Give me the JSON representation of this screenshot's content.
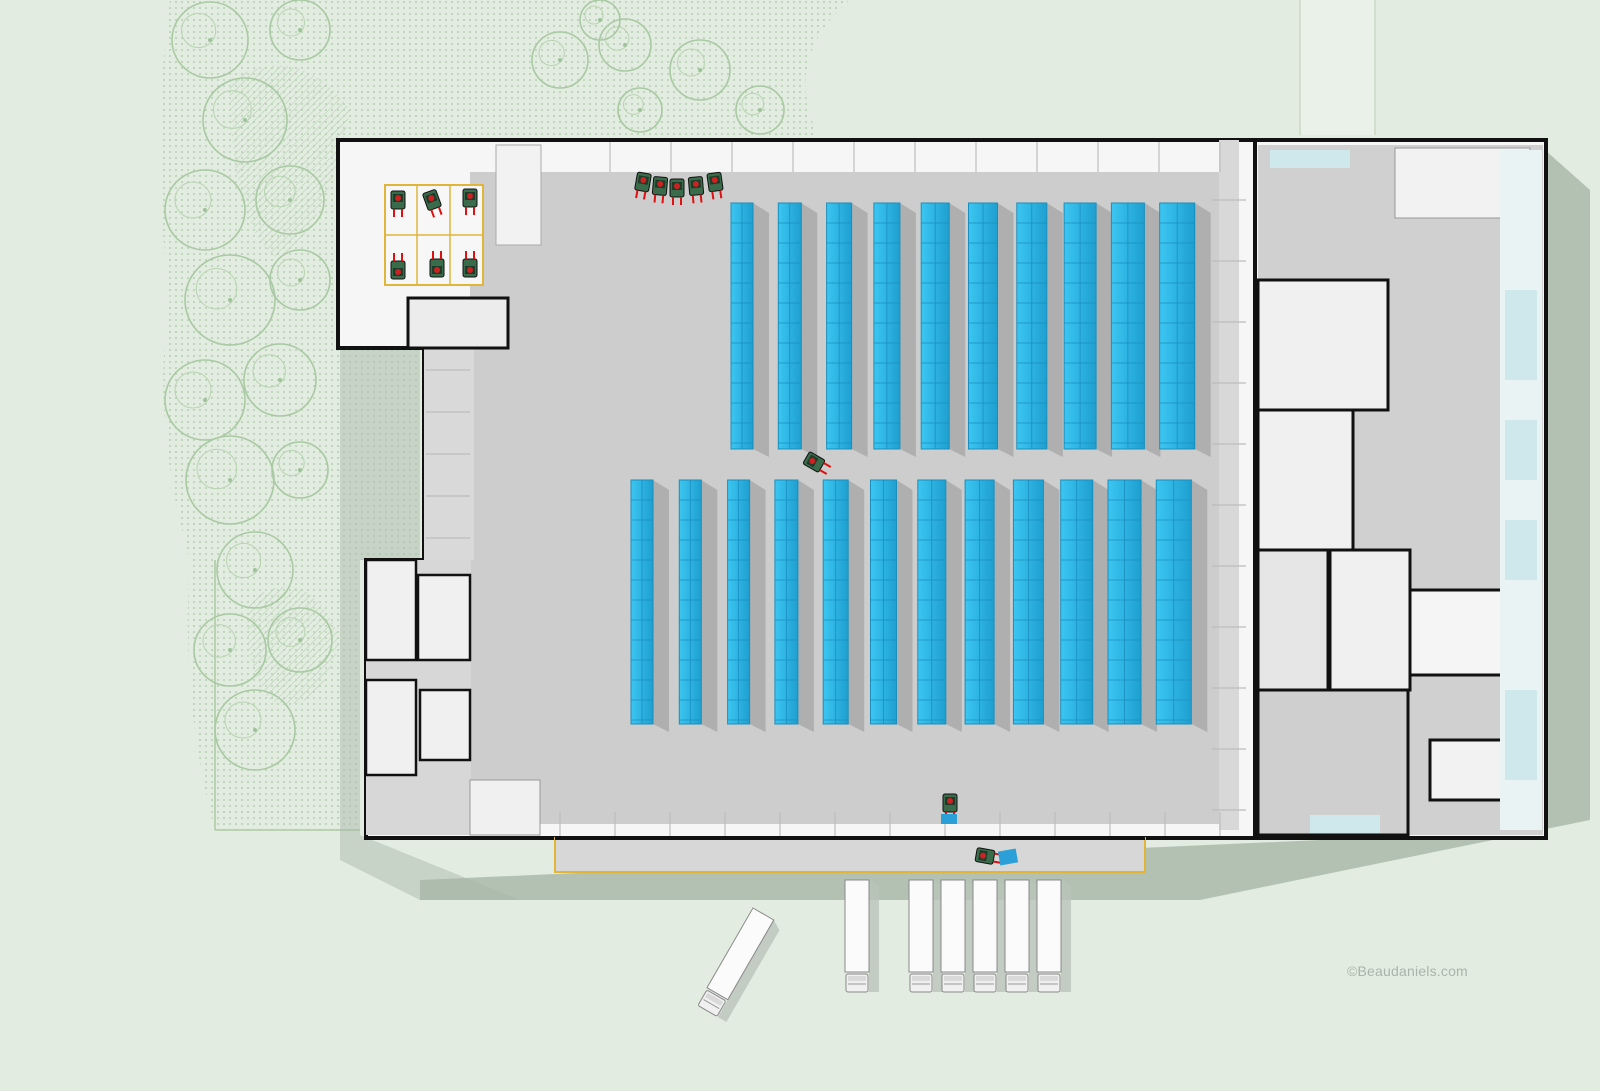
{
  "credit": "©Beaudaniels.com",
  "colors": {
    "background": "#e2ece0",
    "landscape": "#a9c9a3",
    "floor": "#cfcfcf",
    "wall": "#111111",
    "room_white": "#f4f4f4",
    "rack": "#29b3e3",
    "rack_dark": "#1a8fbd",
    "dock_outline": "#e0b53a",
    "glass": "#cfe8ec"
  },
  "icons": [
    "tree-icon",
    "forklift-icon",
    "truck-icon"
  ],
  "rack_rows": [
    {
      "name": "upper",
      "count": 10
    },
    {
      "name": "lower",
      "count": 12
    }
  ],
  "forklift_count": 14,
  "truck_count": 7
}
